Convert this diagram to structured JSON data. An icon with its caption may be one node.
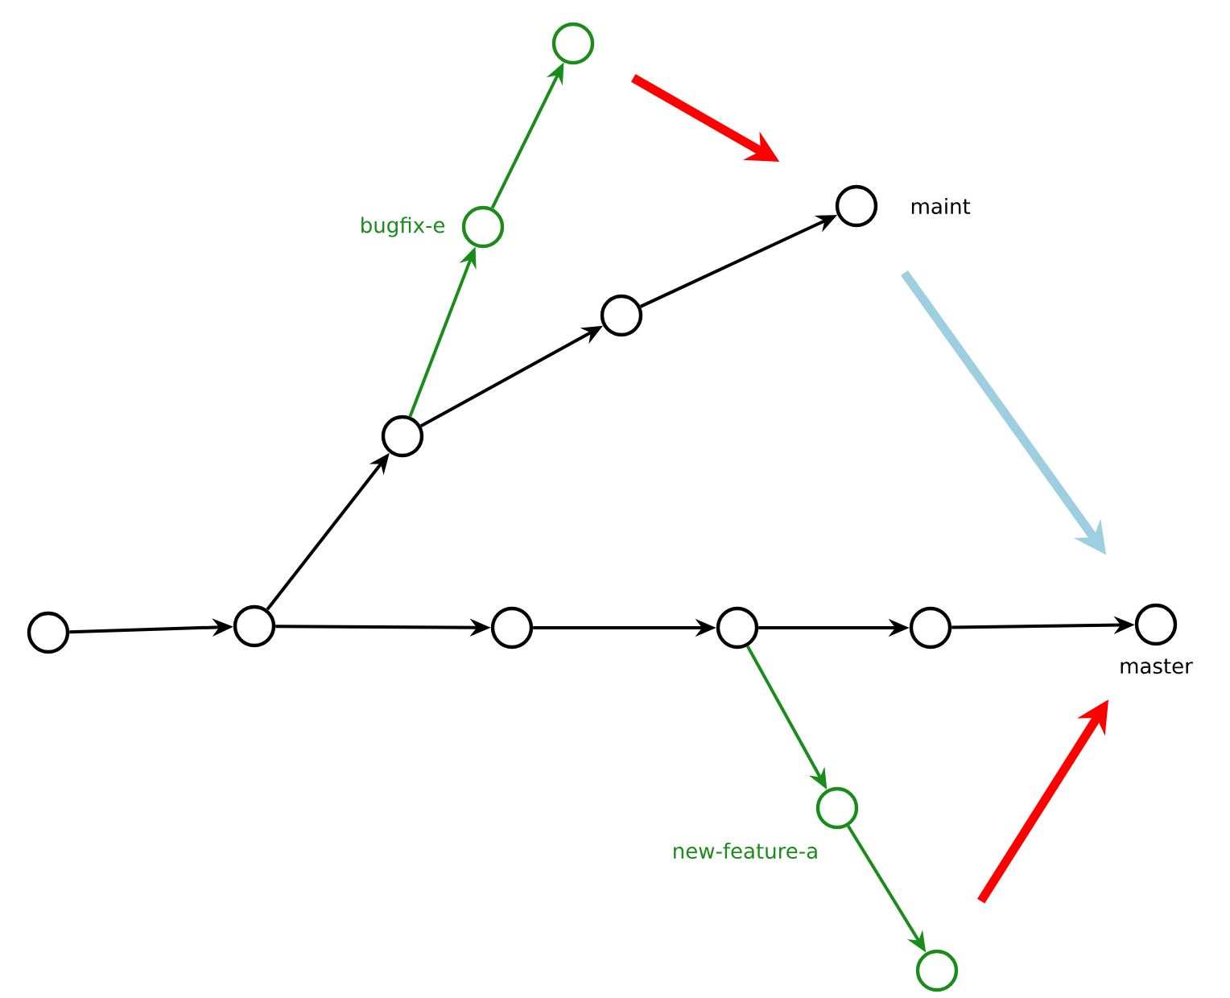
{
  "diagram": {
    "nodes": [
      {
        "text": [],
        "shape": "circle"
      },
      {
        "text": [],
        "shape": "circle"
      },
      {
        "text": [],
        "shape": "circle"
      },
      {
        "text": [],
        "shape": "circle"
      },
      {
        "text": [],
        "shape": "circle"
      },
      {
        "text": [],
        "shape": "circle",
        "beside": [
          "master"
        ]
      },
      {
        "text": [],
        "shape": "circle"
      },
      {
        "text": [],
        "shape": "circle"
      },
      {
        "text": [],
        "shape": "circle",
        "beside": [
          "maint"
        ]
      },
      {
        "text": [],
        "shape": "circle",
        "beside": [
          "bugfix-e"
        ]
      },
      {
        "text": [],
        "shape": "circle"
      },
      {
        "text": [],
        "shape": "circle",
        "beside": [
          "new-feature-a"
        ]
      },
      {
        "text": [],
        "shape": "circle"
      }
    ],
    "edges": [
      {
        "from": 0,
        "to": 1,
        "arrow": "to"
      },
      {
        "from": 1,
        "to": 2,
        "arrow": "to"
      },
      {
        "from": 2,
        "to": 3,
        "arrow": "to"
      },
      {
        "from": 3,
        "to": 4,
        "arrow": "to"
      },
      {
        "from": 4,
        "to": 5,
        "arrow": "to"
      },
      {
        "from": 1,
        "to": 6,
        "arrow": "to"
      },
      {
        "from": 6,
        "to": 7,
        "arrow": "to"
      },
      {
        "from": 7,
        "to": 8,
        "arrow": "to"
      },
      {
        "from": 6,
        "to": 9,
        "arrow": "to",
        "color": "#1a8c1a"
      },
      {
        "from": 9,
        "to": 10,
        "arrow": "to",
        "color": "#1a8c1a"
      },
      {
        "from": 3,
        "to": 11,
        "arrow": "to",
        "color": "#1a8c1a"
      },
      {
        "from": 11,
        "to": 12,
        "arrow": "to",
        "color": "#1a8c1a"
      },
      {
        "from": 10,
        "to": 8,
        "arrow": "to",
        "style": "thick",
        "color": "#ff0000"
      },
      {
        "from": 8,
        "to": 5,
        "arrow": "to",
        "style": "thick",
        "color": "#9dcfe0"
      },
      {
        "from": 12,
        "to": 5,
        "arrow": "to",
        "style": "thick",
        "color": "#ff0000"
      }
    ]
  }
}
